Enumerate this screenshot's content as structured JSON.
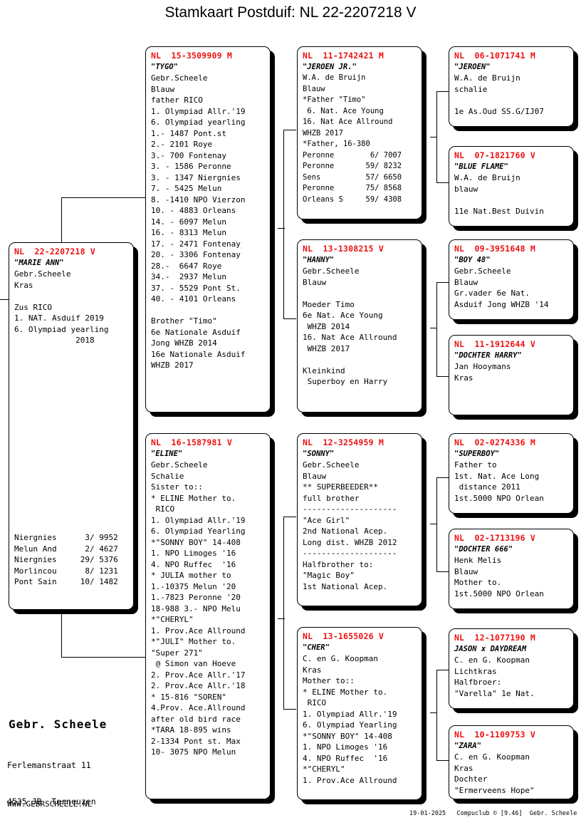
{
  "title": "Stamkaart Postduif: NL  22-2207218 V",
  "colors": {
    "ring": "#ee1111",
    "text": "#000000",
    "background": "#ffffff"
  },
  "subject": {
    "ring": "NL  22-2207218 V",
    "nick": "\"MARIE ANN\"",
    "lines": [
      "Gebr.Scheele",
      "Kras",
      "",
      "Zus RICO",
      "1. NAT. Asduif 2019",
      "6. Olympiad yearling",
      "             2018"
    ],
    "results": [
      "Niergnies      3/ 9952",
      "Melun And      2/ 4627",
      "Niergnies     29/ 5376",
      "Morlincou      8/ 1231",
      "Pont Sain     10/ 1482"
    ]
  },
  "gen1": [
    {
      "ring": "NL  15-3509909 M",
      "nick": "\"TYGO\"",
      "lines": [
        "Gebr.Scheele",
        "Blauw",
        "father RICO",
        "1. Olympiad Allr.'19",
        "6. Olympiad yearling",
        "1.- 1487 Pont.st",
        "2.- 2101 Roye",
        "3.- 700 Fontenay",
        "3. - 1586 Peronne",
        "3. - 1347 Niergnies",
        "7. - 5425 Melun",
        "8. -1410 NPO Vierzon",
        "10. - 4883 Orleans",
        "14. - 6097 Melun",
        "16. - 8313 Melun",
        "17. - 2471 Fontenay",
        "20. - 3306 Fontenay",
        "28.-  6647 Roye",
        "34.-  2937 Melun",
        "37. - 5529 Pont St.",
        "40. - 4101 Orleans",
        "",
        "Brother \"Timo\"",
        "6e Nationale Asduif",
        "Jong WHZB 2014",
        "16e Nationale Asduif",
        "WHZB 2017"
      ]
    },
    {
      "ring": "NL  16-1587981 V",
      "nick": "\"ELINE\"",
      "lines": [
        "Gebr.Scheele",
        "Schalie",
        "Sister to::",
        "* ELINE Mother to.",
        " RICO",
        "1. Olympiad Allr.'19",
        "6. Olympiad Yearling",
        "*\"SONNY BOY\" 14-408",
        "1. NPO Limoges '16",
        "4. NPO Ruffec  '16",
        "* JULIA mother to",
        "1.-10375 Melun '20",
        "1.-7823 Peronne '20",
        "18-988 3.- NPO Melu",
        "*\"CHERYL\"",
        "1. Prov.Ace Allround",
        "*\"JULI\" Mother to.",
        "\"Super 271\"",
        " @ Simon van Hoeve",
        "2. Prov.Ace Allr.'17",
        "2. Prov.Ace Allr.'18",
        "* 15-816 \"SOREN\"",
        "4.Prov. Ace.Allround",
        "after old bird race",
        "*TARA 18-895 wins",
        "2-1334 Pont st. Max",
        "10- 3075 NPO Melun"
      ]
    }
  ],
  "gen2": [
    {
      "ring": "NL  11-1742421 M",
      "nick": "\"JEROEN JR.\"",
      "lines": [
        "W.A. de Bruijn",
        "Blauw",
        "*Father \"Timo\"",
        " 6. Nat. Ace Young",
        "16. Nat Ace Allround",
        "WHZB 2017",
        "*Father, 16-380",
        "Peronne        6/ 7007",
        "Peronne       59/ 8232",
        "Sens          57/ 6650",
        "Peronne       75/ 8568",
        "Orleans S     59/ 4308"
      ]
    },
    {
      "ring": "NL  13-1308215 V",
      "nick": "\"HANNY\"",
      "lines": [
        "Gebr.Scheele",
        "Blauw",
        "",
        "Moeder Timo",
        "6e Nat. Ace Young",
        " WHZB 2014",
        "16. Nat Ace Allround",
        " WHZB 2017",
        "",
        "Kleinkind",
        " Superboy en Harry"
      ]
    },
    {
      "ring": "NL  12-3254959 M",
      "nick": "\"SONNY\"",
      "lines": [
        "Gebr.Scheele",
        "Blauw",
        "** SUPERBEEDER**",
        "full brother",
        "--------------------",
        "\"Ace Girl\"",
        "2nd National Acep.",
        "Long dist. WHZB 2012",
        "--------------------",
        "Halfbrother to:",
        "\"Magic Boy\"",
        "1st National Acep."
      ]
    },
    {
      "ring": "NL  13-1655026 V",
      "nick": "\"CHER\"",
      "lines": [
        "C. en G. Koopman",
        "Kras",
        "Mother to::",
        "* ELINE Mother to.",
        " RICO",
        "1. Olympiad Allr.'19",
        "6. Olympiad Yearling",
        "*\"SONNY BOY\" 14-408",
        "1. NPO Limoges '16",
        "4. NPO Ruffec  '16",
        "*\"CHERYL\"",
        "1. Prov.Ace Allround"
      ]
    }
  ],
  "gen3": [
    {
      "ring": "NL  06-1071741 M",
      "nick": "\"JEROEN\"",
      "lines": [
        "W.A. de Bruijn",
        "schalie",
        "",
        "1e As.Oud SS.G/IJ07"
      ]
    },
    {
      "ring": "NL  07-1821760 V",
      "nick": "\"BLUE FLAME\"",
      "lines": [
        "W.A. de Bruijn",
        "blauw",
        "",
        "11e Nat.Best Duivin"
      ]
    },
    {
      "ring": "NL  09-3951648 M",
      "nick": "\"BOY 48\"",
      "lines": [
        "Gebr.Scheele",
        "Blauw",
        "Gr.vader 6e Nat.",
        "Asduif Jong WHZB '14"
      ]
    },
    {
      "ring": "NL  11-1912644 V",
      "nick": "\"DOCHTER HARRY\"",
      "lines": [
        "Jan Hooymans",
        "Kras"
      ]
    },
    {
      "ring": "NL  02-0274336 M",
      "nick": "\"SUPERBOY\"",
      "lines": [
        "Father to",
        "1st. Nat. Ace Long",
        " distance 2011",
        "1st.5000 NPO Orlean"
      ]
    },
    {
      "ring": "NL  02-1713196 V",
      "nick": "\"DOCHTER 666\"",
      "lines": [
        "Henk Melis",
        "Blauw",
        "Mother to.",
        "1st.5000 NPO Orlean"
      ]
    },
    {
      "ring": "NL  12-1077190 M",
      "nick": "JASON x DAYDREAM",
      "lines": [
        "C. en G. Koopman",
        "Lichtkras",
        "Halfbroer:",
        "\"Varella\" 1e Nat."
      ]
    },
    {
      "ring": "NL  10-1109753 V",
      "nick": "\"ZARA\"",
      "lines": [
        "C. en G. Koopman",
        "Kras",
        "Dochter",
        "\"Ermerveens Hope\""
      ]
    }
  ],
  "footer": {
    "owner": "Gebr. Scheele",
    "address_line1": "Ferlemanstraat 11",
    "address_line2": "4535 JB  Terneuzen",
    "website": "WWW.GEBRSCHEELE.NL",
    "meta": "19-01-2025   Compuclub © [9.46]  Gebr. Scheele"
  }
}
